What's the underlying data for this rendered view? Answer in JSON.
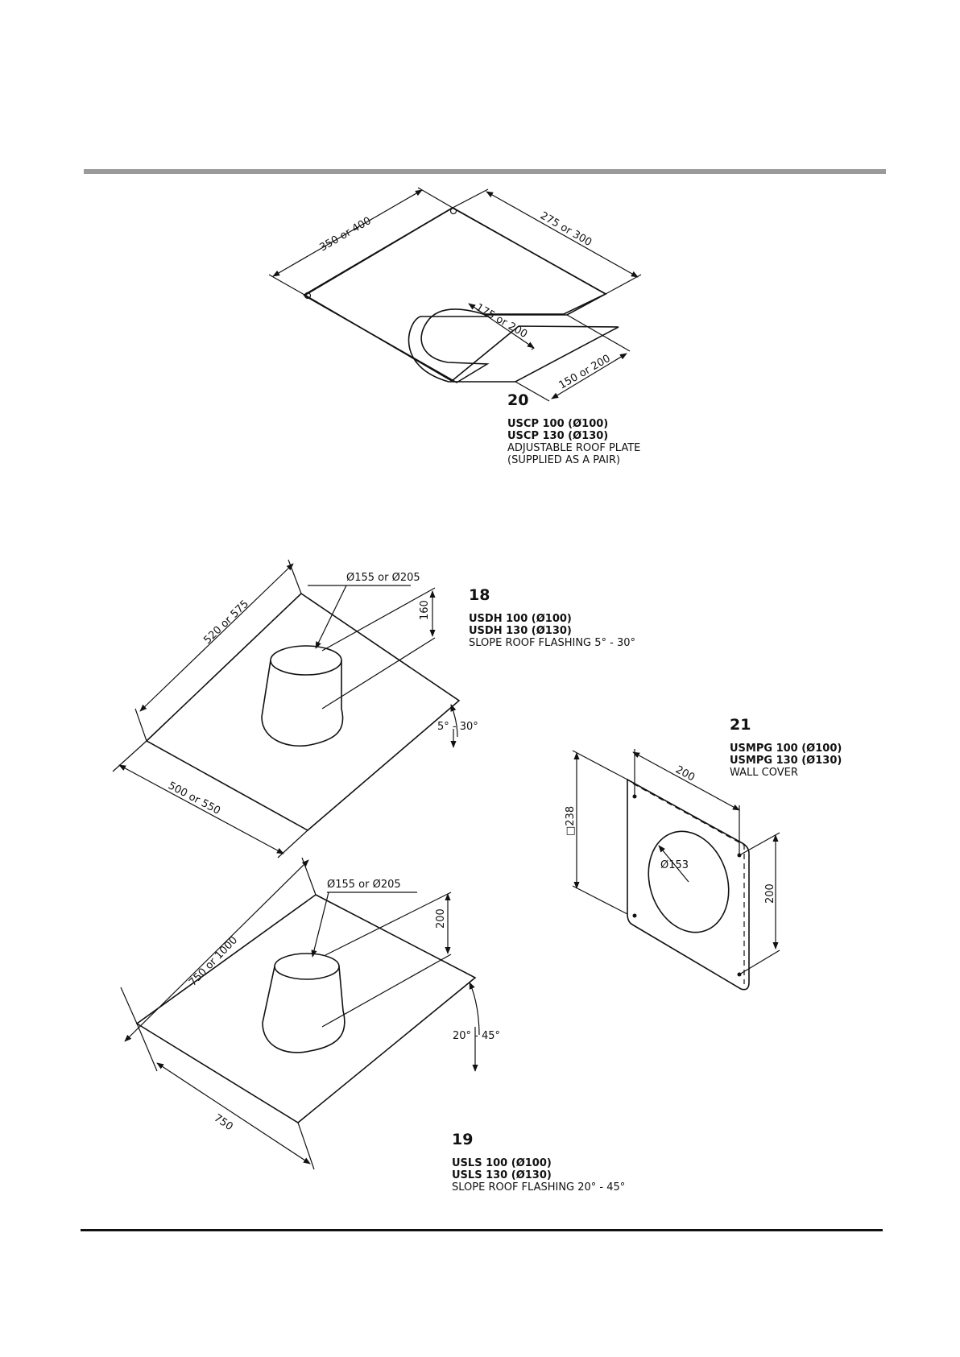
{
  "items": [
    {
      "number": "20",
      "code1": "USCP 100 (Ø100)",
      "code2": "USCP 130 (Ø130)",
      "desc1": "ADJUSTABLE ROOF PLATE",
      "desc2": "(SUPPLIED AS A PAIR)",
      "dims": [
        "350 or 400",
        "275 or 300",
        "175 or 200",
        "150 or 200"
      ]
    },
    {
      "number": "18",
      "code1": "USDH 100 (Ø100)",
      "code2": "USDH 130 (Ø130)",
      "desc1": "SLOPE ROOF FLASHING 5° - 30°",
      "dims": [
        "Ø155 or Ø205",
        "160",
        "520 or 575",
        "500 or 550",
        "5° - 30°"
      ]
    },
    {
      "number": "21",
      "code1": "USMPG 100 (Ø100)",
      "code2": "USMPG 130 (Ø130)",
      "desc1": "WALL COVER",
      "dims": [
        "200",
        "□238",
        "Ø153",
        "200"
      ]
    },
    {
      "number": "19",
      "code1": "USLS 100 (Ø100)",
      "code2": "USLS 130 (Ø130)",
      "desc1": "SLOPE ROOF FLASHING 20° - 45°",
      "dims": [
        "Ø155 or Ø205",
        "200",
        "750 or 1000",
        "750",
        "20° - 45°"
      ]
    }
  ]
}
